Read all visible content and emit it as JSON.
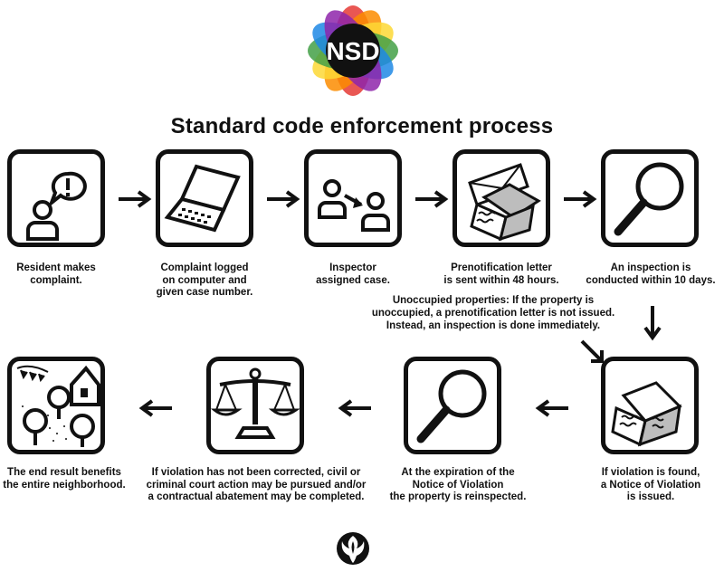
{
  "logo": {
    "text": "NSD"
  },
  "title": "Standard code enforcement process",
  "steps": [
    {
      "caption": [
        "Resident makes",
        "complaint."
      ]
    },
    {
      "caption": [
        "Complaint logged",
        "on computer and",
        "given case number."
      ]
    },
    {
      "caption": [
        "Inspector",
        "assigned case."
      ]
    },
    {
      "caption": [
        "Prenotification letter",
        "is sent within 48 hours."
      ]
    },
    {
      "caption": [
        "An inspection is",
        "conducted within 10 days."
      ]
    },
    {
      "caption": [
        "If violation is found,",
        "a Notice of Violation",
        "is issued."
      ]
    },
    {
      "caption": [
        "At the expiration of the",
        "Notice of Violation",
        "the property is reinspected."
      ]
    },
    {
      "caption": [
        "If violation has not been corrected, civil or",
        "criminal court action may be pursued and/or",
        "a contractual abatement may be completed."
      ]
    },
    {
      "caption": [
        "The end result benefits",
        "the entire neighborhood."
      ]
    }
  ],
  "note": [
    "Unoccupied properties: If the property is",
    "unoccupied, a prenotification letter is not issued.",
    "Instead, an inspection is done immediately."
  ],
  "colors": {
    "ink": "#111111",
    "paper": "#ffffff",
    "gray": "#bdbdbd"
  }
}
